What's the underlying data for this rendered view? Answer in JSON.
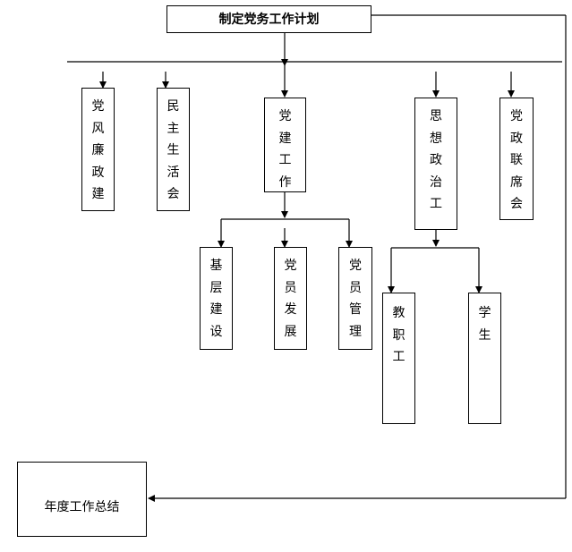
{
  "title": "制定党务工作计划",
  "summary": "年度工作总结",
  "level1": [
    {
      "id": "lianzheng",
      "chars": [
        "党",
        "风",
        "廉",
        "政",
        "建"
      ]
    },
    {
      "id": "minzhu",
      "chars": [
        "民",
        "主",
        "生",
        "活",
        "会"
      ]
    },
    {
      "id": "dangjian",
      "chars": [
        "党",
        "建",
        "工",
        "作"
      ]
    },
    {
      "id": "sixiang",
      "chars": [
        "思",
        "想",
        "政",
        "治",
        "工"
      ]
    },
    {
      "id": "lianxi",
      "chars": [
        "党",
        "政",
        "联",
        "席",
        "会"
      ]
    }
  ],
  "dangjian_children": [
    {
      "id": "jiceng",
      "chars": [
        "基",
        "层",
        "建",
        "设"
      ]
    },
    {
      "id": "fazhan",
      "chars": [
        "党",
        "员",
        "发",
        "展"
      ]
    },
    {
      "id": "guanli",
      "chars": [
        "党",
        "员",
        "管",
        "理"
      ]
    }
  ],
  "sixiang_children": [
    {
      "id": "jiaozhigong",
      "chars": [
        "教",
        "职",
        "工"
      ]
    },
    {
      "id": "xuesheng",
      "chars": [
        "学",
        "生"
      ]
    }
  ]
}
